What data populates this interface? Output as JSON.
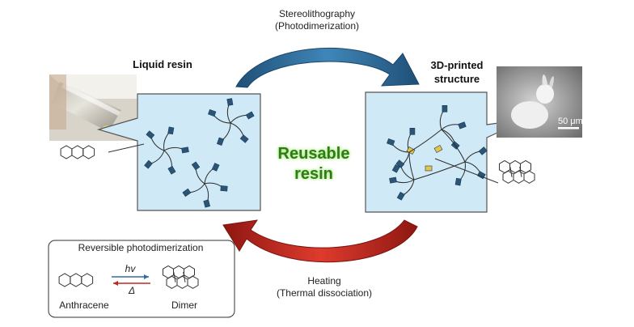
{
  "labels": {
    "top_arrow_line1": "Stereolithography",
    "top_arrow_line2": "(Photodimerization)",
    "bottom_arrow_line1": "Heating",
    "bottom_arrow_line2": "(Thermal dissociation)",
    "left_title": "Liquid resin",
    "right_title_line1": "3D-printed",
    "right_title_line2": "structure",
    "center_line1": "Reusable",
    "center_line2": "resin",
    "scale_bar": "50 μm"
  },
  "inset": {
    "title": "Reversible photodimerization",
    "forward_label": "hv",
    "reverse_label": "Δ",
    "monomer_label": "Anthracene",
    "dimer_label": "Dimer"
  },
  "colors": {
    "box_fill": "#cfe9f6",
    "box_stroke": "#555555",
    "monomer_block": "#2a5577",
    "dimer_block": "#e8c34a",
    "top_arrow": "#2f6f9f",
    "bottom_arrow": "#c0281f",
    "center_text": "#2e7d14"
  },
  "icons": [
    "vial-photo",
    "bunny-sem-photo",
    "anthracene-structure",
    "dimer-structure"
  ]
}
